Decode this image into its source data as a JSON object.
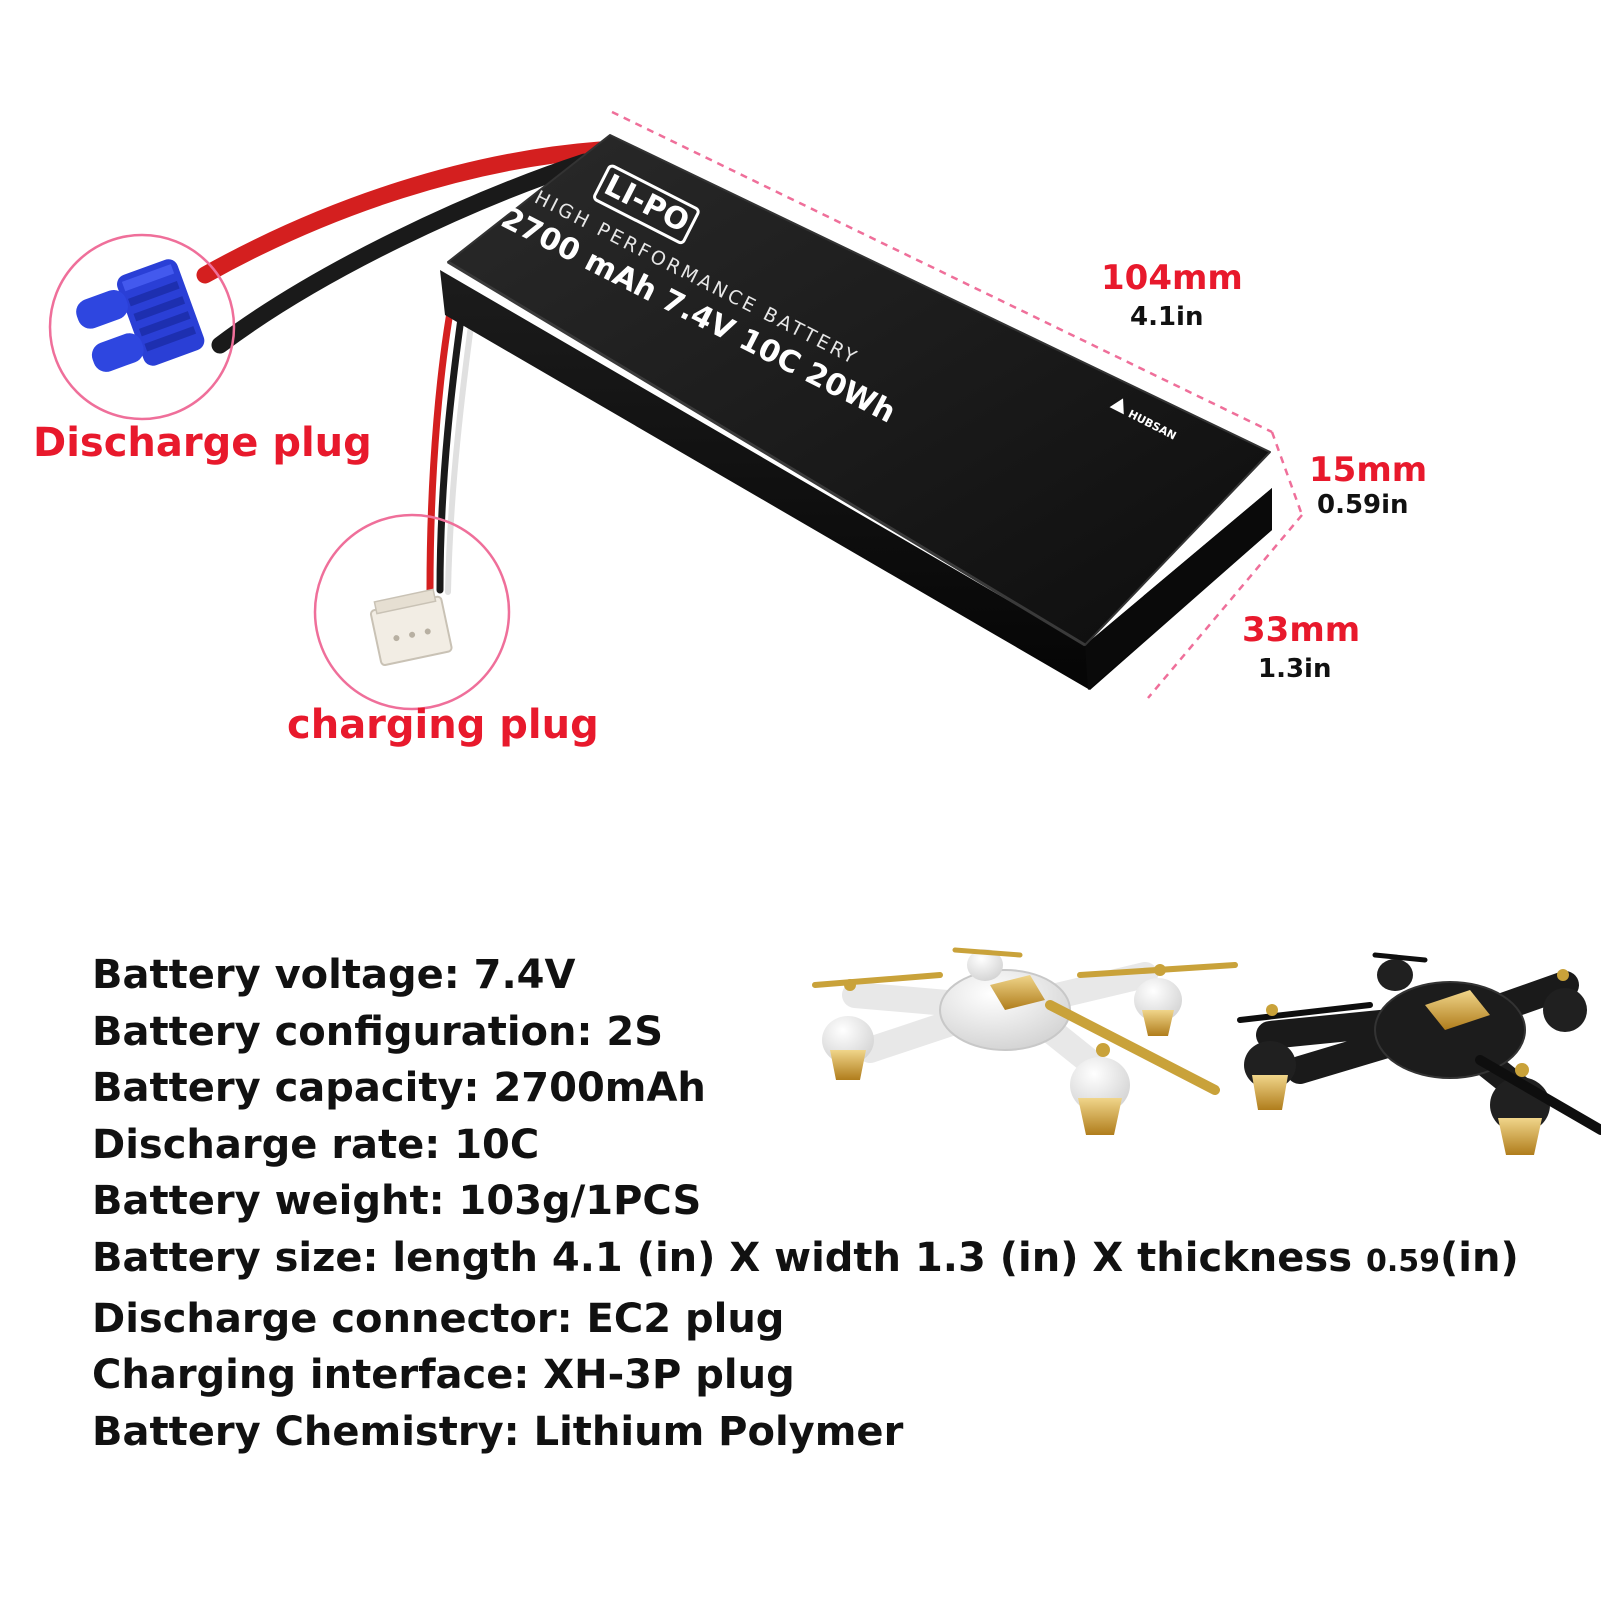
{
  "battery": {
    "logo": "LI-PO",
    "subtitle": "HIGH PERFORMANCE BATTERY",
    "spec_line": "2700 mAh 7.4V 10C 20Wh",
    "brand": "HUBSAN"
  },
  "callouts": {
    "discharge": "Discharge plug",
    "charging": "charging plug"
  },
  "dimensions": {
    "length_mm": "104mm",
    "length_in": "4.1in",
    "thickness_mm": "15mm",
    "thickness_in": "0.59in",
    "width_mm": "33mm",
    "width_in": "1.3in"
  },
  "specs": [
    "Battery voltage: 7.4V",
    "Battery configuration: 2S",
    "Battery capacity: 2700mAh",
    "Discharge rate: 10C",
    "Battery weight: 103g/1PCS"
  ],
  "size_spec": {
    "prefix": "Battery size: length 4.1 (in) X width 1.3 (in) X thickness ",
    "thickness": "0.59",
    "suffix": "(in)"
  },
  "specs_tail": [
    "Discharge connector: EC2 plug",
    "Charging interface: XH-3P plug",
    "Battery Chemistry: Lithium Polymer"
  ],
  "colors": {
    "accent_red": "#e8192c",
    "pink_guide": "#ef6f9a",
    "battery_black": "#141414",
    "connector_blue": "#2a3fd6",
    "drone_gold": "#c9a23a"
  }
}
